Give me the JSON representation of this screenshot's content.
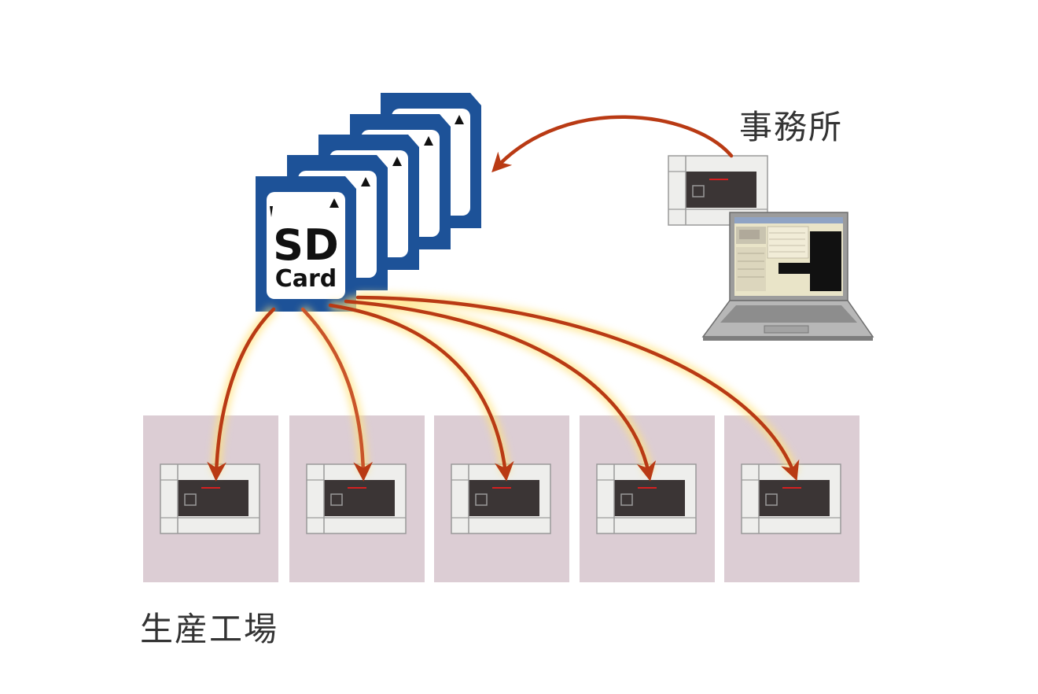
{
  "office_label": "事務所",
  "factory_label": "生産工場",
  "sd_card": {
    "line1": "SD",
    "line2": "Card"
  },
  "factory_slots": 5,
  "colors": {
    "sd_blue": "#1d5298",
    "arrow": "#b93a14",
    "factory_bg": "#dccdd4",
    "plc_dark": "#3b3535",
    "plc_light": "#eeeeec",
    "led_red": "#d42020"
  },
  "icons": [
    "sd-card-icon",
    "plc-icon",
    "laptop-icon",
    "arrow-icon"
  ]
}
